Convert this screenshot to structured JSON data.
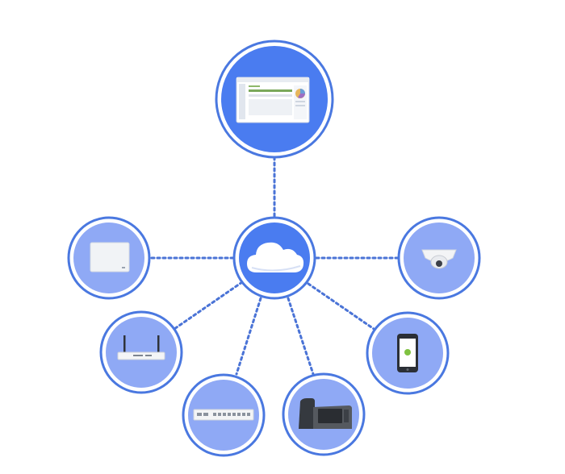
{
  "diagram": {
    "colors": {
      "ring": "#4a78e0",
      "node_fill": "#8fa9f5",
      "hub_fill": "#4a7cf0",
      "link": "#4a73d6",
      "background": "#ffffff"
    },
    "nodes": [
      {
        "id": "dashboard",
        "icon": "dashboard-screen-icon"
      },
      {
        "id": "cloud",
        "icon": "cloud-icon"
      },
      {
        "id": "access-point",
        "icon": "access-point-icon"
      },
      {
        "id": "camera",
        "icon": "security-camera-icon"
      },
      {
        "id": "router",
        "icon": "wireless-router-icon"
      },
      {
        "id": "phone",
        "icon": "smartphone-icon"
      },
      {
        "id": "switch",
        "icon": "network-switch-icon"
      },
      {
        "id": "desk-phone",
        "icon": "desk-phone-icon"
      }
    ],
    "links": [
      [
        "cloud",
        "dashboard"
      ],
      [
        "cloud",
        "access-point"
      ],
      [
        "cloud",
        "camera"
      ],
      [
        "cloud",
        "router"
      ],
      [
        "cloud",
        "phone"
      ],
      [
        "cloud",
        "switch"
      ],
      [
        "cloud",
        "desk-phone"
      ]
    ]
  }
}
